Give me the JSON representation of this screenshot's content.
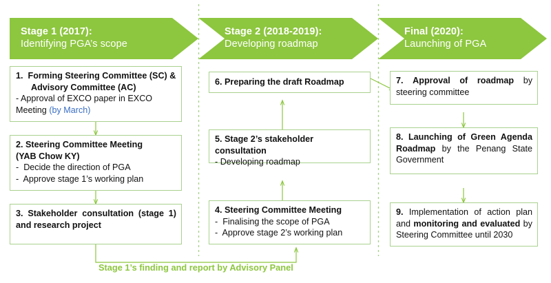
{
  "theme": {
    "green": "#8DC63F",
    "box_border": "#A9D18E",
    "connector": "#8DC63F",
    "text": "#111111",
    "blue_note": "#3B6FC4",
    "background": "#FFFFFF"
  },
  "diagram": {
    "type": "flowchart",
    "title": "Penang Green Agenda (PGA) roadmap process",
    "columns": [
      {
        "id": "stage-1",
        "banner": {
          "line1": "Stage 1 (2017):",
          "line2": "Identifying PGA’s scope"
        },
        "steps": [
          {
            "number": "1.",
            "heading": "Forming Steering Committee (SC) & Advisory Committee (AC)",
            "heading_line1": "Forming Steering Committee (SC) &",
            "heading_line2": "Advisory Committee (AC)",
            "bullets": [
              {
                "text": "- Approval of EXCO paper in EXCO Meeting ",
                "note": "(by March)"
              }
            ]
          },
          {
            "number": "2.",
            "heading_line1": "Steering Committee Meeting",
            "heading_line2": "(YAB Chow KY)",
            "bullets": [
              {
                "text": "Decide the direction of PGA"
              },
              {
                "text": "Approve stage 1’s working plan"
              }
            ]
          },
          {
            "number": "3.",
            "heading": "Stakeholder consultation (stage 1) and research project",
            "bullets": []
          }
        ]
      },
      {
        "id": "stage-2",
        "banner": {
          "line1": "Stage 2 (2018-2019):",
          "line2": "Developing roadmap"
        },
        "steps": [
          {
            "number": "6.",
            "heading": "Preparing the draft Roadmap",
            "bullets": []
          },
          {
            "number": "5.",
            "heading": "Stage 2’s stakeholder consultation",
            "bullets": [
              {
                "text": "- Developing roadmap"
              }
            ]
          },
          {
            "number": "4.",
            "heading": "Steering Committee Meeting",
            "bullets": [
              {
                "text": "Finalising the scope of PGA"
              },
              {
                "text": "Approve stage 2’s working plan"
              }
            ]
          }
        ]
      },
      {
        "id": "final",
        "banner": {
          "line1": "Final (2020):",
          "line2": "Launching of PGA"
        },
        "steps": [
          {
            "number": "7.",
            "bold_part": "Approval of roadmap",
            "plain_part": " by steering committee"
          },
          {
            "number": "8.",
            "bold_part": "Launching of Green Agenda Roadmap",
            "plain_part": " by the Penang State Government"
          },
          {
            "number": "9.",
            "plain_lead": "Implementation of action plan and ",
            "bold_part": "monitoring and evaluated",
            "plain_tail": " by Steering Committee until 2030"
          }
        ]
      }
    ],
    "caption": "Stage 1’s finding and report by Advisory Panel",
    "dividers": 2
  }
}
